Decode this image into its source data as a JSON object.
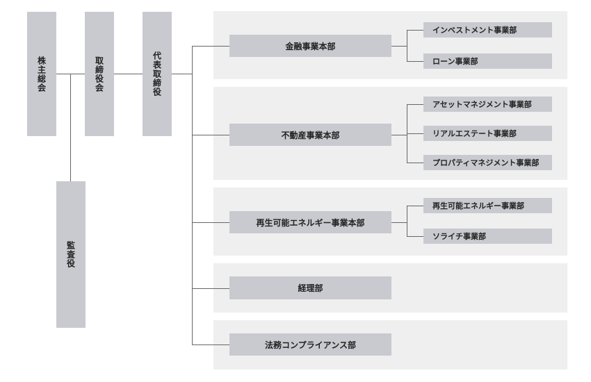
{
  "governance": {
    "shareholders": "株主総会",
    "board": "取締役会",
    "ceo": "代表取締役",
    "auditor": "監査役"
  },
  "divisions": [
    {
      "name": "金融事業本部",
      "departments": [
        "インベストメント事業部",
        "ローン事業部"
      ]
    },
    {
      "name": "不動産事業本部",
      "departments": [
        "アセットマネジメント事業部",
        "リアルエステート事業部",
        "プロパティマネジメント事業部"
      ]
    },
    {
      "name": "再生可能エネルギー事業本部",
      "departments": [
        "再生可能エネルギー事業部",
        "ソライチ事業部"
      ]
    },
    {
      "name": "経理部",
      "departments": []
    },
    {
      "name": "法務コンプライアンス部",
      "departments": []
    }
  ]
}
